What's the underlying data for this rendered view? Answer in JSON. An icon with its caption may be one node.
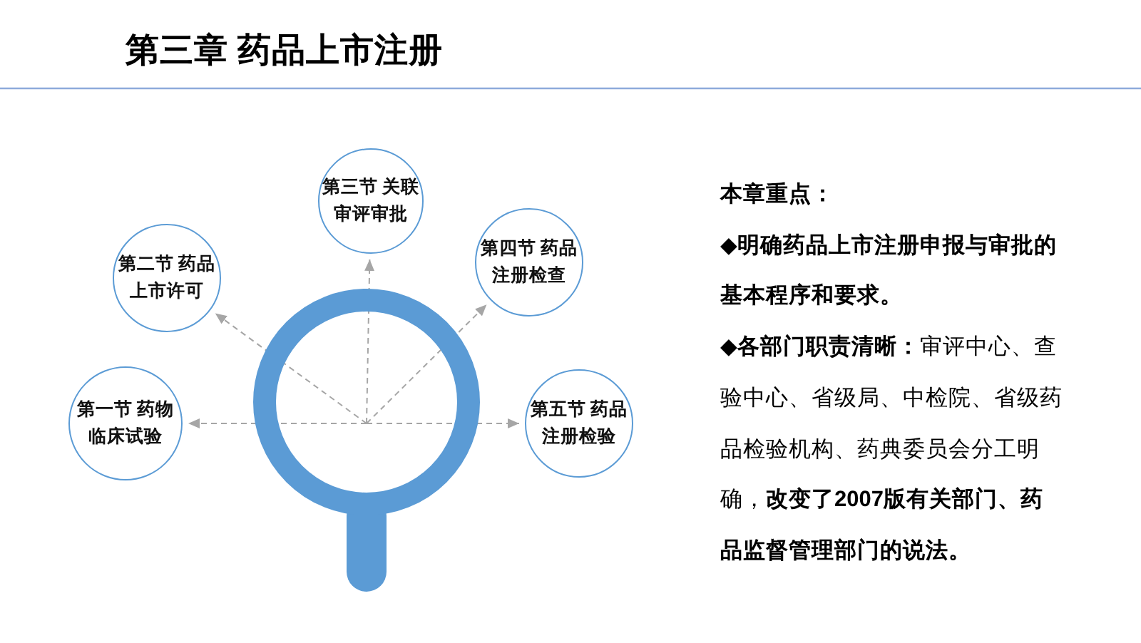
{
  "diagram": {
    "title": "第三章 药品上市注册",
    "nodes": [
      {
        "text": [
          "第一节 药物临床试验"
        ]
      },
      {
        "text": [
          "第二节 药品上市许可"
        ]
      },
      {
        "text": [
          "第三节 关联审评审批"
        ]
      },
      {
        "text": [
          "第四节 药品注册检查"
        ]
      },
      {
        "text": [
          "第五节 药品注册检验"
        ]
      },
      {
        "text": [],
        "shape": "picture"
      }
    ],
    "edges": [
      {
        "from": 5,
        "to": 0,
        "arrow": "to",
        "style": "dashed"
      },
      {
        "from": 5,
        "to": 1,
        "arrow": "to",
        "style": "dashed"
      },
      {
        "from": 5,
        "to": 2,
        "arrow": "to",
        "style": "dashed"
      },
      {
        "from": 5,
        "to": 3,
        "arrow": "to",
        "style": "dashed"
      },
      {
        "from": 5,
        "to": 4,
        "arrow": "to",
        "style": "dashed"
      }
    ],
    "labels": [
      "本章重点：",
      "◆明确药品上市注册申报与审批的基本程序和要求。",
      "**◆各部门职责清晰：**审评中心、查验中心、省级局、中检院、省级药品检验机构、药典委员会分工明确，**改变了2007版有关部门、药品监督管理部门的说法。**"
    ]
  }
}
